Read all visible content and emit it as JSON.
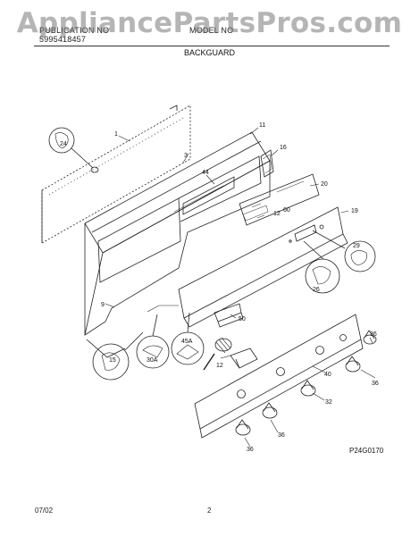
{
  "header": {
    "line1_left": "PUBLICATION NO",
    "line1_right": "MODEL NO",
    "line2_left": "5995418457",
    "watermark": "AppliancePartsPros.com",
    "section_title": "BACKGUARD"
  },
  "callouts": {
    "c1": "1",
    "c3": "3",
    "c9": "9",
    "c11": "11",
    "c12": "12",
    "c12b": "12",
    "c15": "15",
    "c16": "16",
    "c19": "19",
    "c20": "20",
    "c24": "24",
    "c26": "26",
    "c29": "29",
    "c30a": "30A",
    "c32": "32",
    "c36a": "36",
    "c36b": "36",
    "c36c": "36",
    "c36d": "36",
    "c40": "40",
    "c44": "44",
    "c45a": "45A",
    "c50": "50",
    "c60": "60"
  },
  "diagram_code": "P24G0170",
  "footer": {
    "date": "07/02",
    "page": "2"
  }
}
